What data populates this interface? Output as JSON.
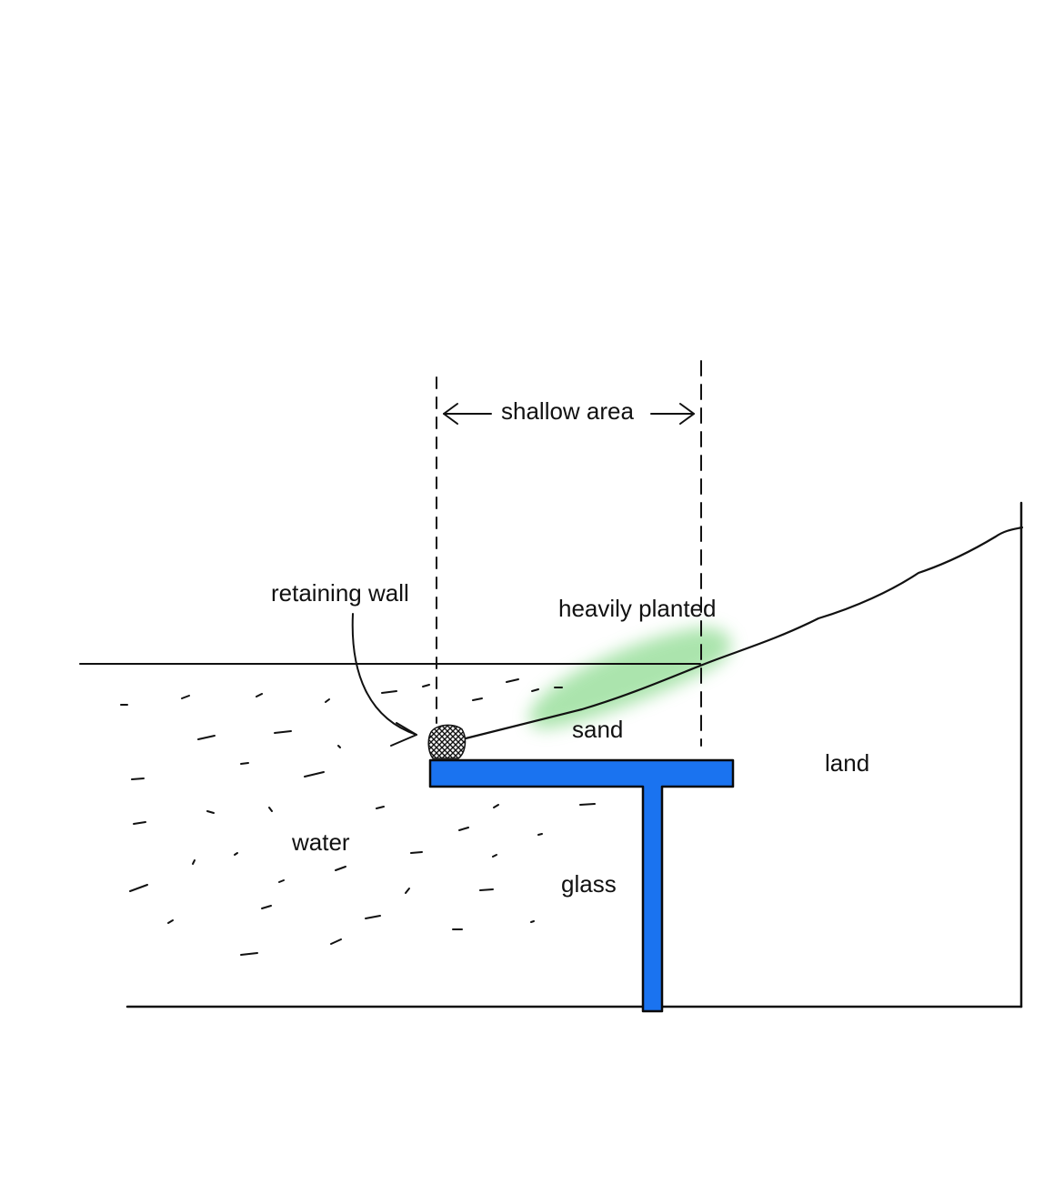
{
  "labels": {
    "shallow_area": "shallow area",
    "retaining_wall": "retaining wall",
    "heavily_planted": "heavily planted",
    "sand": "sand",
    "land": "land",
    "water": "water",
    "glass": "glass"
  },
  "colors": {
    "glass": "#1a73f0",
    "glass_outline": "#0a0a0a",
    "planting": "#8fdc92",
    "ink": "#111111",
    "background": "#ffffff"
  }
}
